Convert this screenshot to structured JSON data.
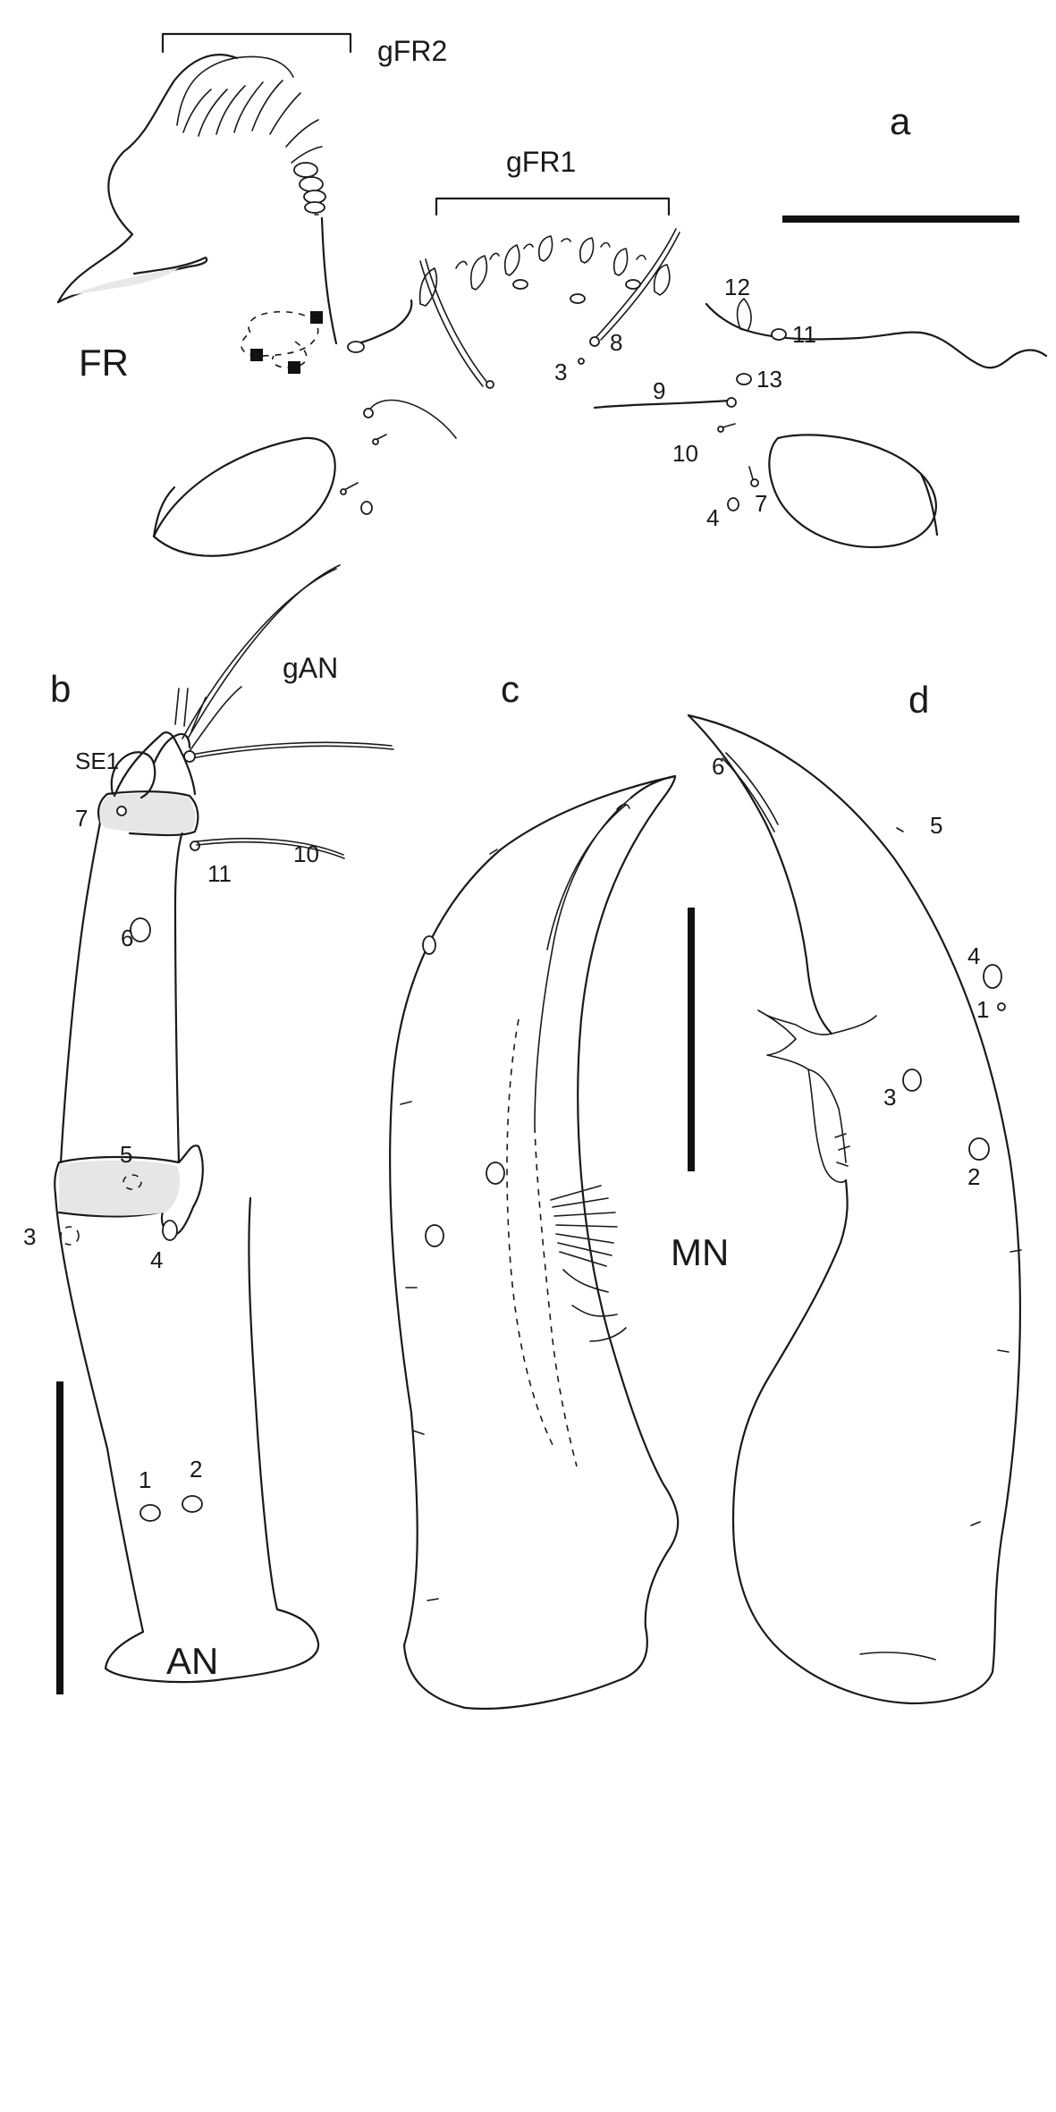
{
  "panels": {
    "a": {
      "letter": "a",
      "structure": "FR",
      "group_labels": [
        "gFR1",
        "gFR2"
      ],
      "setae_numbers": [
        "3",
        "4",
        "7",
        "8",
        "9",
        "10",
        "11",
        "12",
        "13"
      ]
    },
    "b": {
      "letter": "b",
      "structure": "AN",
      "group_label": "gAN",
      "sensillum": "SE1",
      "setae_numbers": [
        "1",
        "2",
        "3",
        "4",
        "5",
        "6",
        "7",
        "10",
        "11"
      ]
    },
    "c": {
      "letter": "c"
    },
    "d": {
      "letter": "d",
      "structure": "MN",
      "setae_numbers": [
        "1",
        "2",
        "3",
        "4",
        "5",
        "6"
      ]
    }
  },
  "colors": {
    "ink": "#1a1a1a",
    "background": "#ffffff"
  }
}
